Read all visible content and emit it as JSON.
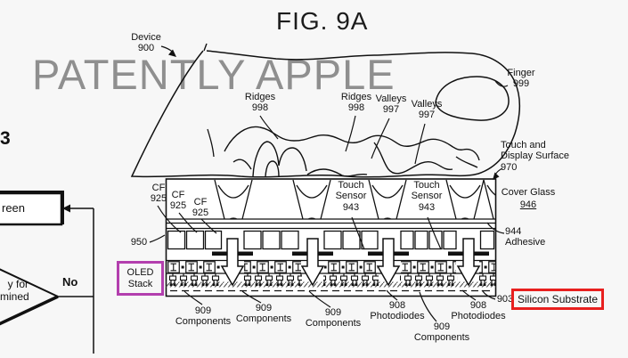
{
  "watermark": "PATENTLY APPLE",
  "title": "FIG. 9A",
  "colors": {
    "oled_box_purple": "#b33fae",
    "substrate_box_red": "#e8201f",
    "watermark_gray": "#8f8f8f"
  },
  "finger_labels": {
    "device": "Device\n900",
    "finger": "Finger\n999",
    "ridges_left": "Ridges\n998",
    "ridges_right": "Ridges\n998",
    "valleys_left": "Valleys\n997",
    "valleys_right": "Valleys\n997",
    "touch_display": "Touch and\nDisplay Surface\n970"
  },
  "stack_labels": {
    "cover_glass": "Cover Glass",
    "cover_glass_num": "946",
    "adhesive": "944\nAdhesive",
    "cf": [
      "CF\n925",
      "CF\n925",
      "CF\n925"
    ],
    "touch_sensors": [
      "Touch\nSensor\n943",
      "Touch\nSensor\n943"
    ],
    "n950": "950",
    "oled_stack": "OLED\nStack",
    "n903": "903",
    "silicon_substrate": "Silicon Substrate",
    "bottom": [
      "909\nComponents",
      "909\nComponents",
      "909\nComponents",
      "908\nPhotodiodes",
      "909\nComponents",
      "908\nPhotodiodes"
    ]
  },
  "flowchart": {
    "digit": "3",
    "box": "reen",
    "diamond": "y for\nmined",
    "no": "No"
  }
}
